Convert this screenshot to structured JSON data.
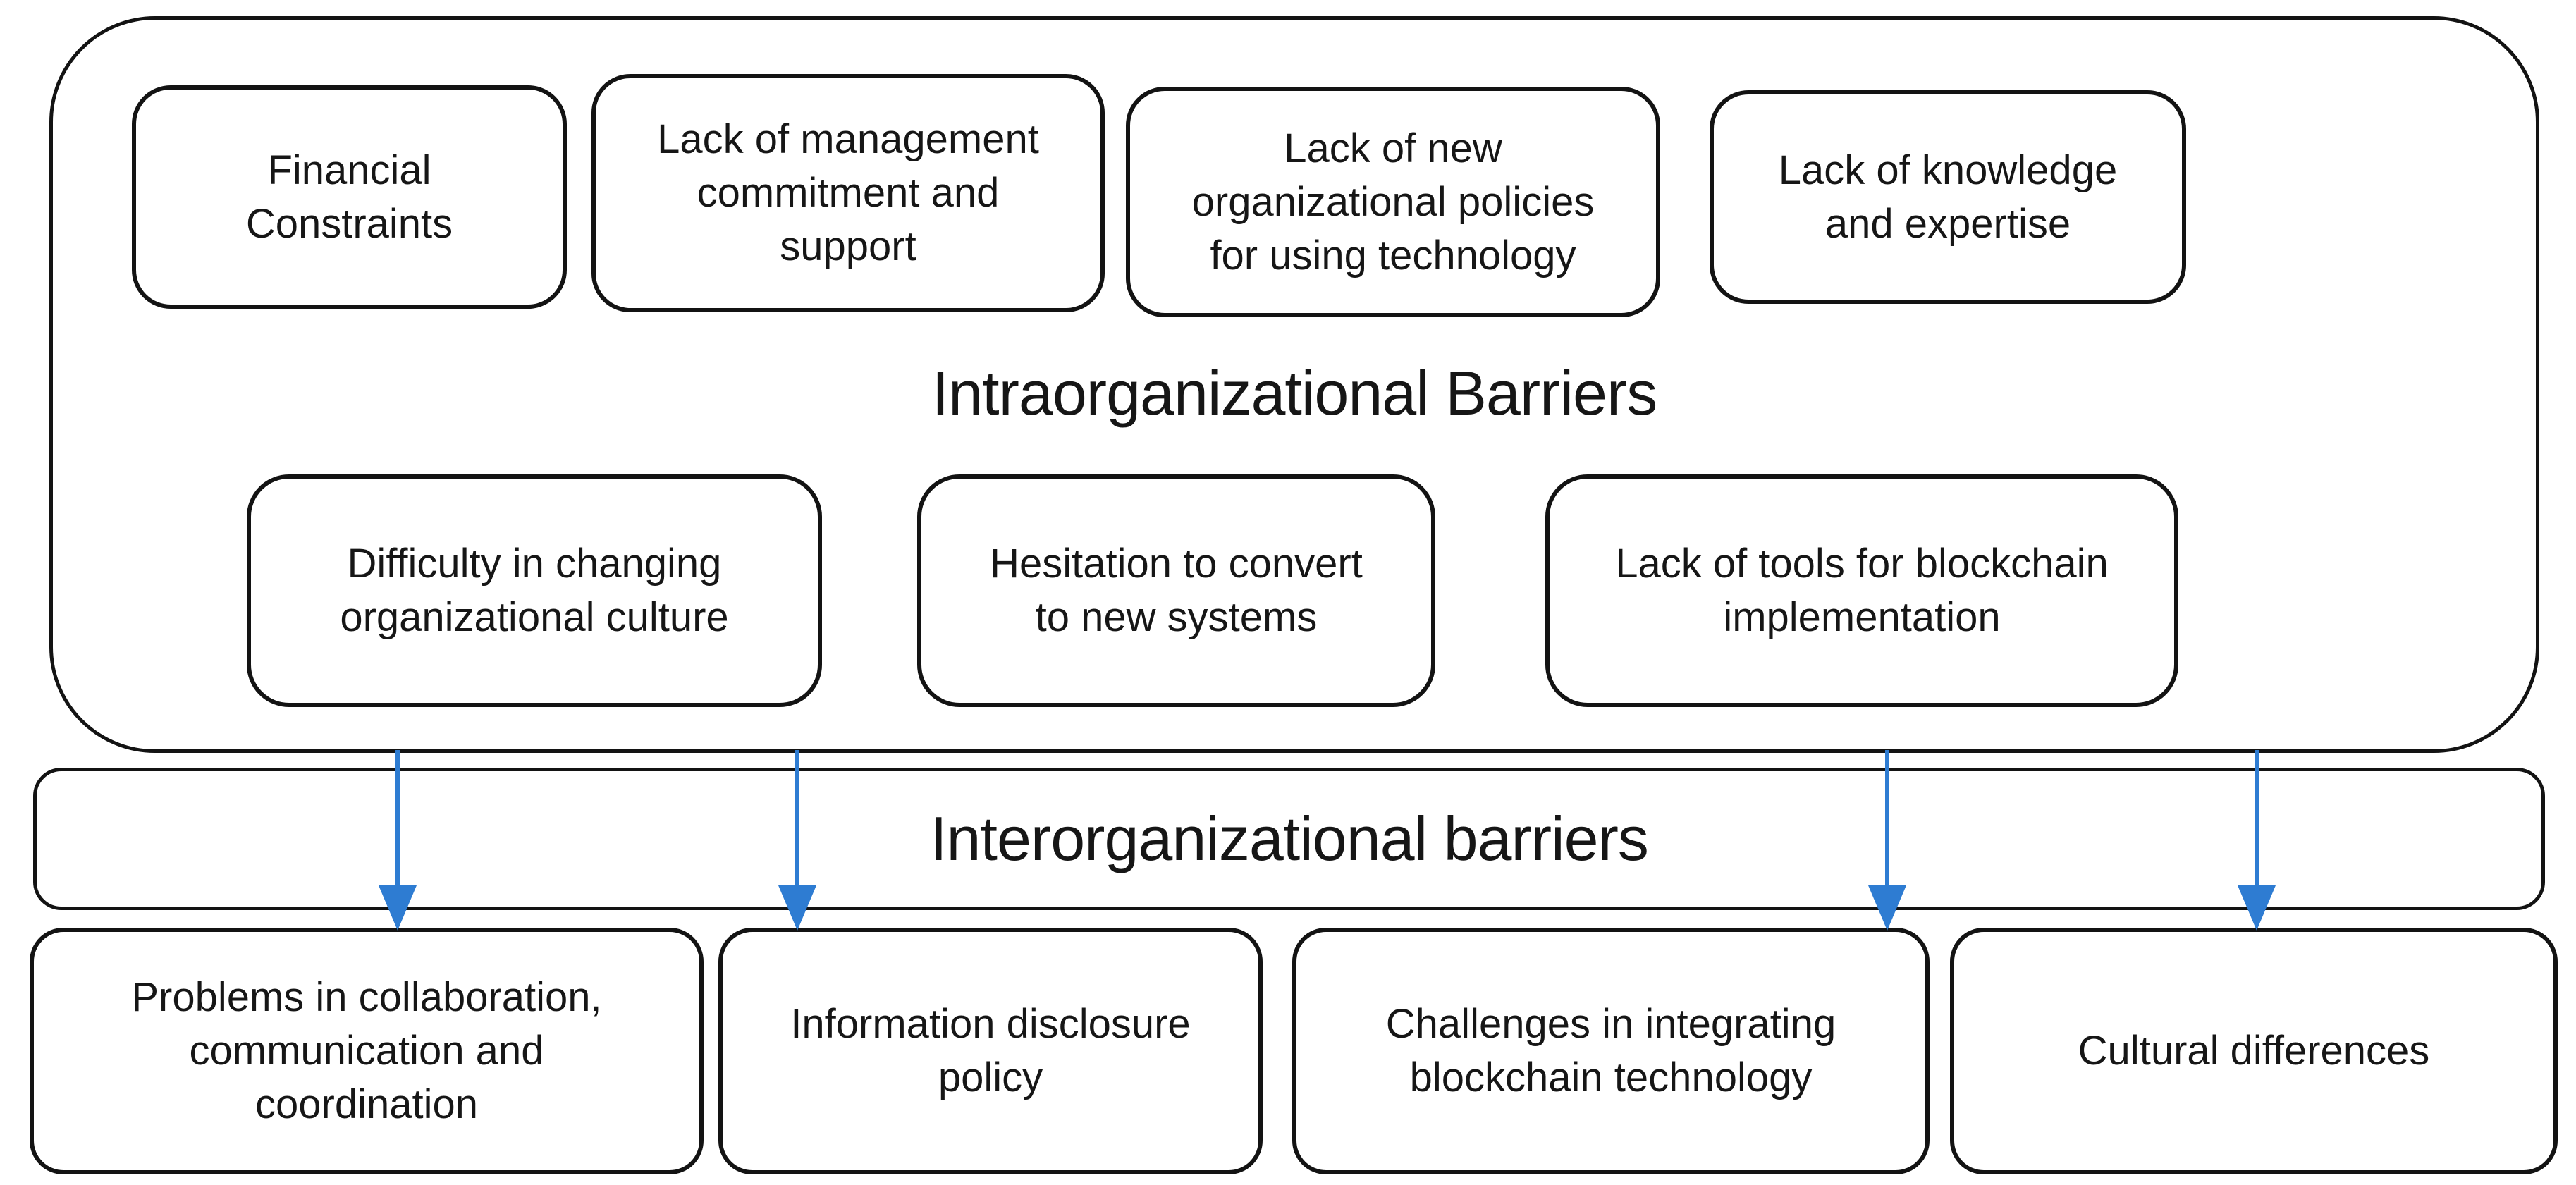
{
  "diagram": {
    "arrow_color": "#2e7cd2",
    "stroke_color": "#131313",
    "intra": {
      "title": "Intraorganizational Barriers",
      "top_row": [
        "Financial\nConstraints",
        "Lack of management\ncommitment and\nsupport",
        "Lack of new\norganizational policies\nfor using technology",
        "Lack of knowledge\nand expertise"
      ],
      "second_row": [
        "Difficulty in changing\norganizational culture",
        "Hesitation to convert\nto new systems",
        "Lack of tools for blockchain\nimplementation"
      ]
    },
    "inter": {
      "title": "Interorganizational barriers"
    },
    "bottom_row": [
      "Problems in collaboration,\ncommunication and\ncoordination",
      "Information disclosure\npolicy",
      "Challenges in integrating\nblockchain technology",
      "Cultural differences"
    ]
  }
}
